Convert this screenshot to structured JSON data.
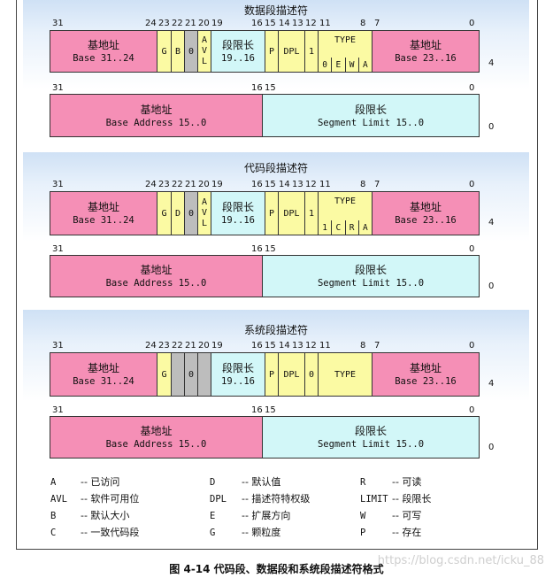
{
  "panels": [
    {
      "title": "数据段描述符",
      "high_bits": [
        "31",
        "24",
        "23",
        "22",
        "21",
        "20",
        "19",
        "16",
        "15",
        "14",
        "13",
        "12",
        "11",
        "8",
        "7",
        "0"
      ],
      "high_cells": {
        "base_high_cn": "基地址",
        "base_high_en": "Base 31..24",
        "g": "G",
        "db": "B",
        "zero": "0",
        "avl": [
          "A",
          "V",
          "L"
        ],
        "limit_cn": "段限长",
        "limit_en": "19..16",
        "p": "P",
        "dpl": "DPL",
        "s": "1",
        "type_label": "TYPE",
        "type_bits": [
          "0",
          "E",
          "W",
          "A"
        ],
        "base_mid_cn": "基地址",
        "base_mid_en": "Base 23..16"
      },
      "high_side": "4",
      "low_bits": [
        "31",
        "16",
        "15",
        "0"
      ],
      "low_cells": {
        "base_cn": "基地址",
        "base_en": "Base Address 15..0",
        "limit_cn": "段限长",
        "limit_en": "Segment Limit 15..0"
      },
      "low_side": "0"
    },
    {
      "title": "代码段描述符",
      "high_bits": [
        "31",
        "24",
        "23",
        "22",
        "21",
        "20",
        "19",
        "16",
        "15",
        "14",
        "13",
        "12",
        "11",
        "8",
        "7",
        "0"
      ],
      "high_cells": {
        "base_high_cn": "基地址",
        "base_high_en": "Base 31..24",
        "g": "G",
        "db": "D",
        "zero": "0",
        "avl": [
          "A",
          "V",
          "L"
        ],
        "limit_cn": "段限长",
        "limit_en": "19..16",
        "p": "P",
        "dpl": "DPL",
        "s": "1",
        "type_label": "TYPE",
        "type_bits": [
          "1",
          "C",
          "R",
          "A"
        ],
        "base_mid_cn": "基地址",
        "base_mid_en": "Base 23..16"
      },
      "high_side": "4",
      "low_bits": [
        "31",
        "16",
        "15",
        "0"
      ],
      "low_cells": {
        "base_cn": "基地址",
        "base_en": "Base Address 15..0",
        "limit_cn": "段限长",
        "limit_en": "Segment Limit 15..0"
      },
      "low_side": "0"
    },
    {
      "title": "系统段描述符",
      "high_bits": [
        "31",
        "24",
        "23",
        "22",
        "21",
        "20",
        "19",
        "16",
        "15",
        "14",
        "13",
        "12",
        "11",
        "8",
        "7",
        "0"
      ],
      "high_cells": {
        "base_high_cn": "基地址",
        "base_high_en": "Base 31..24",
        "g": "G",
        "zero": "0",
        "limit_cn": "段限长",
        "limit_en": "19..16",
        "p": "P",
        "dpl": "DPL",
        "s": "0",
        "type_label": "TYPE",
        "base_mid_cn": "基地址",
        "base_mid_en": "Base 23..16"
      },
      "high_side": "4",
      "low_bits": [
        "31",
        "16",
        "15",
        "0"
      ],
      "low_cells": {
        "base_cn": "基地址",
        "base_en": "Base Address 15..0",
        "limit_cn": "段限长",
        "limit_en": "Segment Limit 15..0"
      },
      "low_side": "0"
    }
  ],
  "legend": [
    {
      "key": "A",
      "desc": "-- 已访问"
    },
    {
      "key": "AVL",
      "desc": "-- 软件可用位"
    },
    {
      "key": "B",
      "desc": "-- 默认大小"
    },
    {
      "key": "C",
      "desc": "-- 一致代码段"
    },
    {
      "key": "D",
      "desc": "-- 默认值"
    },
    {
      "key": "DPL",
      "desc": "-- 描述符特权级"
    },
    {
      "key": "E",
      "desc": "-- 扩展方向"
    },
    {
      "key": "G",
      "desc": "-- 颗粒度"
    },
    {
      "key": "R",
      "desc": "-- 可读"
    },
    {
      "key": "LIMIT",
      "desc": "-- 段限长"
    },
    {
      "key": "W",
      "desc": "-- 可写"
    },
    {
      "key": "P",
      "desc": "-- 存在"
    }
  ],
  "caption": "图 4-14  代码段、数据段和系统段描述符格式",
  "watermark": "https://blog.csdn.net/icku_88"
}
